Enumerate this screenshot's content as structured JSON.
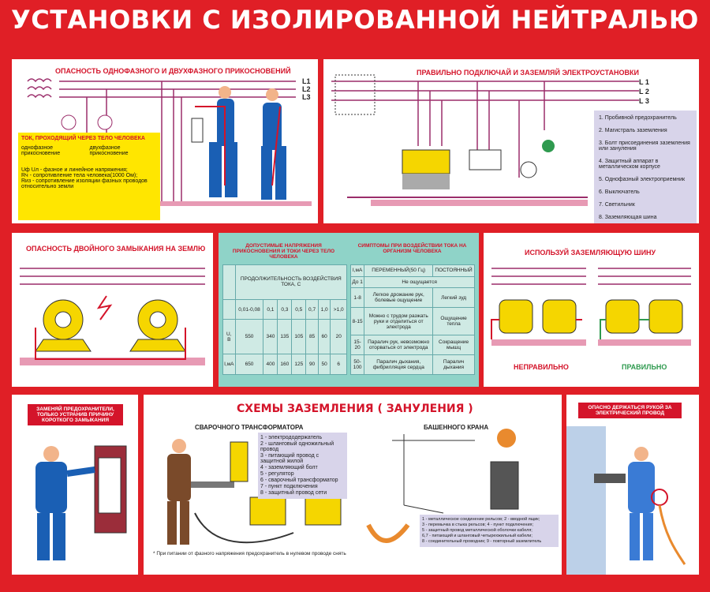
{
  "title": "УСТАНОВКИ С ИЗОЛИРОВАННОЙ НЕЙТРАЛЬЮ",
  "p1": {
    "title": "ОПАСНОСТЬ ОДНОФАЗНОГО И ДВУХФАЗНОГО ПРИКОСНОВЕНИЙ",
    "box_title": "ТОК, ПРОХОДЯЩИЙ ЧЕРЕЗ ТЕЛО ЧЕЛОВЕКА",
    "col1": "однофазное прикосновение",
    "col2": "двухфазное прикосновение",
    "legend": [
      "Uф Uл - фазное и линейное напряжения;",
      "Rч - сопротивление тела человека(1000 Ом);",
      "Rиз - сопротивление изоляции фазных проводов относительно земли"
    ],
    "lines": [
      "L1",
      "L2",
      "L3"
    ]
  },
  "p2": {
    "title": "ПРАВИЛЬНО ПОДКЛЮЧАЙ И ЗАЗЕМЛЯЙ ЭЛЕКТРОУСТАНОВКИ",
    "lines": [
      "L 1",
      "L 2",
      "L 3"
    ],
    "legend": [
      "1. Пробивной предохранитель",
      "2. Магистраль заземления",
      "3. Болт присоединения заземления или зануления",
      "4. Защитный аппарат в металлическом корпусе",
      "5. Однофазный электроприемник",
      "6. Выключатель",
      "7. Светильник",
      "8. Заземляющая шина"
    ]
  },
  "p3": {
    "title": "ОПАСНОСТЬ ДВОЙНОГО ЗАМЫКАНИЯ НА ЗЕМЛЮ"
  },
  "center": {
    "left_title": "ДОПУСТИМЫЕ НАПРЯЖЕНИЯ ПРИКОСНОВЕНИЯ И ТОКИ ЧЕРЕЗ ТЕЛО ЧЕЛОВЕКА",
    "right_title": "СИМПТОМЫ ПРИ ВОЗДЕЙСТВИИ ТОКА НА ОРГАНИЗМ ЧЕЛОВЕКА",
    "duration_header": "ПРОДОЛЖИТЕЛЬНОСТЬ ВОЗДЕЙСТВИЯ ТОКА, С",
    "durations": [
      "0,01-0,08",
      "0,1",
      "0,3",
      "0,5",
      "0,7",
      "1,0",
      ">1,0"
    ],
    "row_u_label": "U, В",
    "row_u": [
      "550",
      "340",
      "135",
      "105",
      "85",
      "60",
      "20"
    ],
    "row_i_label": "I,мА",
    "row_i": [
      "650",
      "400",
      "160",
      "125",
      "90",
      "50",
      "6"
    ],
    "sym_headers": [
      "I,мА",
      "ПЕРЕМЕННЫЙ(50 Гц)",
      "ПОСТОЯННЫЙ"
    ],
    "sym_rows": [
      [
        "До 1",
        "Не ощущается",
        ""
      ],
      [
        "1-8",
        "Легкое дрожание рук, болевые ощущение",
        "Легкий зуд"
      ],
      [
        "8-15",
        "Можно с трудом разжать руки и отделиться от электрода",
        "Ощущение тепла"
      ],
      [
        "15-20",
        "Паралич рук, невозможно оторваться от электрода",
        "Сокращение мышц"
      ],
      [
        "50-100",
        "Паралич дыхания, фибрилляция сердца",
        "Паралич дыхания"
      ]
    ]
  },
  "p4": {
    "title": "ИСПОЛЬЗУЙ ЗАЗЕМЛЯЮЩУЮ ШИНУ",
    "wrong": "НЕПРАВИЛЬНО",
    "right": "ПРАВИЛЬНО"
  },
  "p5": {
    "note": "ЗАМЕНЯЙ ПРЕДОХРАНИТЕЛИ, ТОЛЬКО УСТРАНИВ ПРИЧИНУ КОРОТКОГО ЗАМЫКАНИЯ"
  },
  "p6": {
    "title": "СХЕМЫ ЗАЗЕМЛЕНИЯ ( ЗАНУЛЕНИЯ )",
    "sub1": "СВАРОЧНОГО ТРАНСФОРМАТОРА",
    "sub2": "БАШЕННОГО КРАНА",
    "legend1": [
      "1 - электрододержатель",
      "2 - шланговый одножильный провод",
      "3 - питающий провод с защитной жилой",
      "4 - заземляющий болт",
      "5 - регулятор",
      "6 - сварочный трансформатор",
      "7 - пункт подключения",
      "8 - защитный провод сети"
    ],
    "legend2": [
      "1 - металлическое соединение рельсов; 2 - вводной ящик;",
      "3 - перемычка в стыка рельсов; 4 - пункт подключения;",
      "5 - защитный провод металлической оболочки кабеля;",
      "6,7 - питающий и шланговый четырехжильный кабели;",
      "8 - соединительный проводник; 9 - повторный заземлитель"
    ],
    "footnote": "* При питании от фазного напряжения предохранитель в нулевом проводе снять"
  },
  "p7": {
    "note": "ОПАСНО ДЕРЖАТЬСЯ РУКОЙ ЗА ЭЛЕКТРИЧЕСКИЙ ПРОВОД"
  },
  "colors": {
    "red": "#e01f26",
    "wire": "#9b2d6a",
    "green": "#2f9a4f"
  }
}
